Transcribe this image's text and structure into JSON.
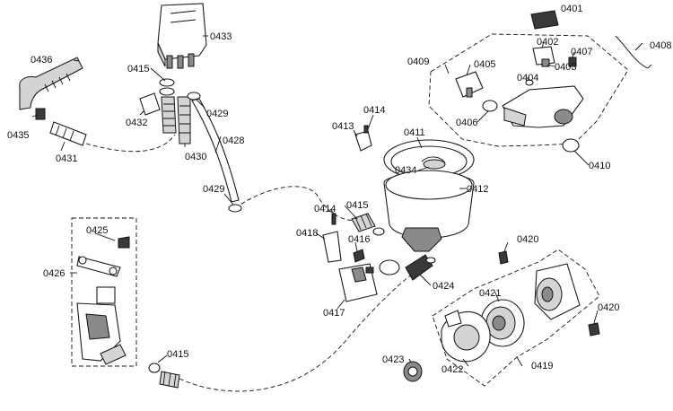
{
  "labels": {
    "p0401": "0401",
    "p0402": "0402",
    "p0403": "0403",
    "p0404": "0404",
    "p0405": "0405",
    "p0406": "0406",
    "p0407": "0407",
    "p0408": "0408",
    "p0409": "0409",
    "p0410": "0410",
    "p0411": "0411",
    "p0412": "0412",
    "p0413": "0413",
    "p0414a": "0414",
    "p0414b": "0414",
    "p0415a": "0415",
    "p0415b": "0415",
    "p0415c": "0415",
    "p0416": "0416",
    "p0417": "0417",
    "p0418": "0418",
    "p0419": "0419",
    "p0420a": "0420",
    "p0420b": "0420",
    "p0421": "0421",
    "p0422": "0422",
    "p0423": "0423",
    "p0424": "0424",
    "p0425": "0425",
    "p0426": "0426",
    "p0428": "0428",
    "p0429a": "0429",
    "p0429b": "0429",
    "p0430": "0430",
    "p0431": "0431",
    "p0432": "0432",
    "p0433": "0433",
    "p0434": "0434",
    "p0435": "0435",
    "p0436": "0436"
  }
}
